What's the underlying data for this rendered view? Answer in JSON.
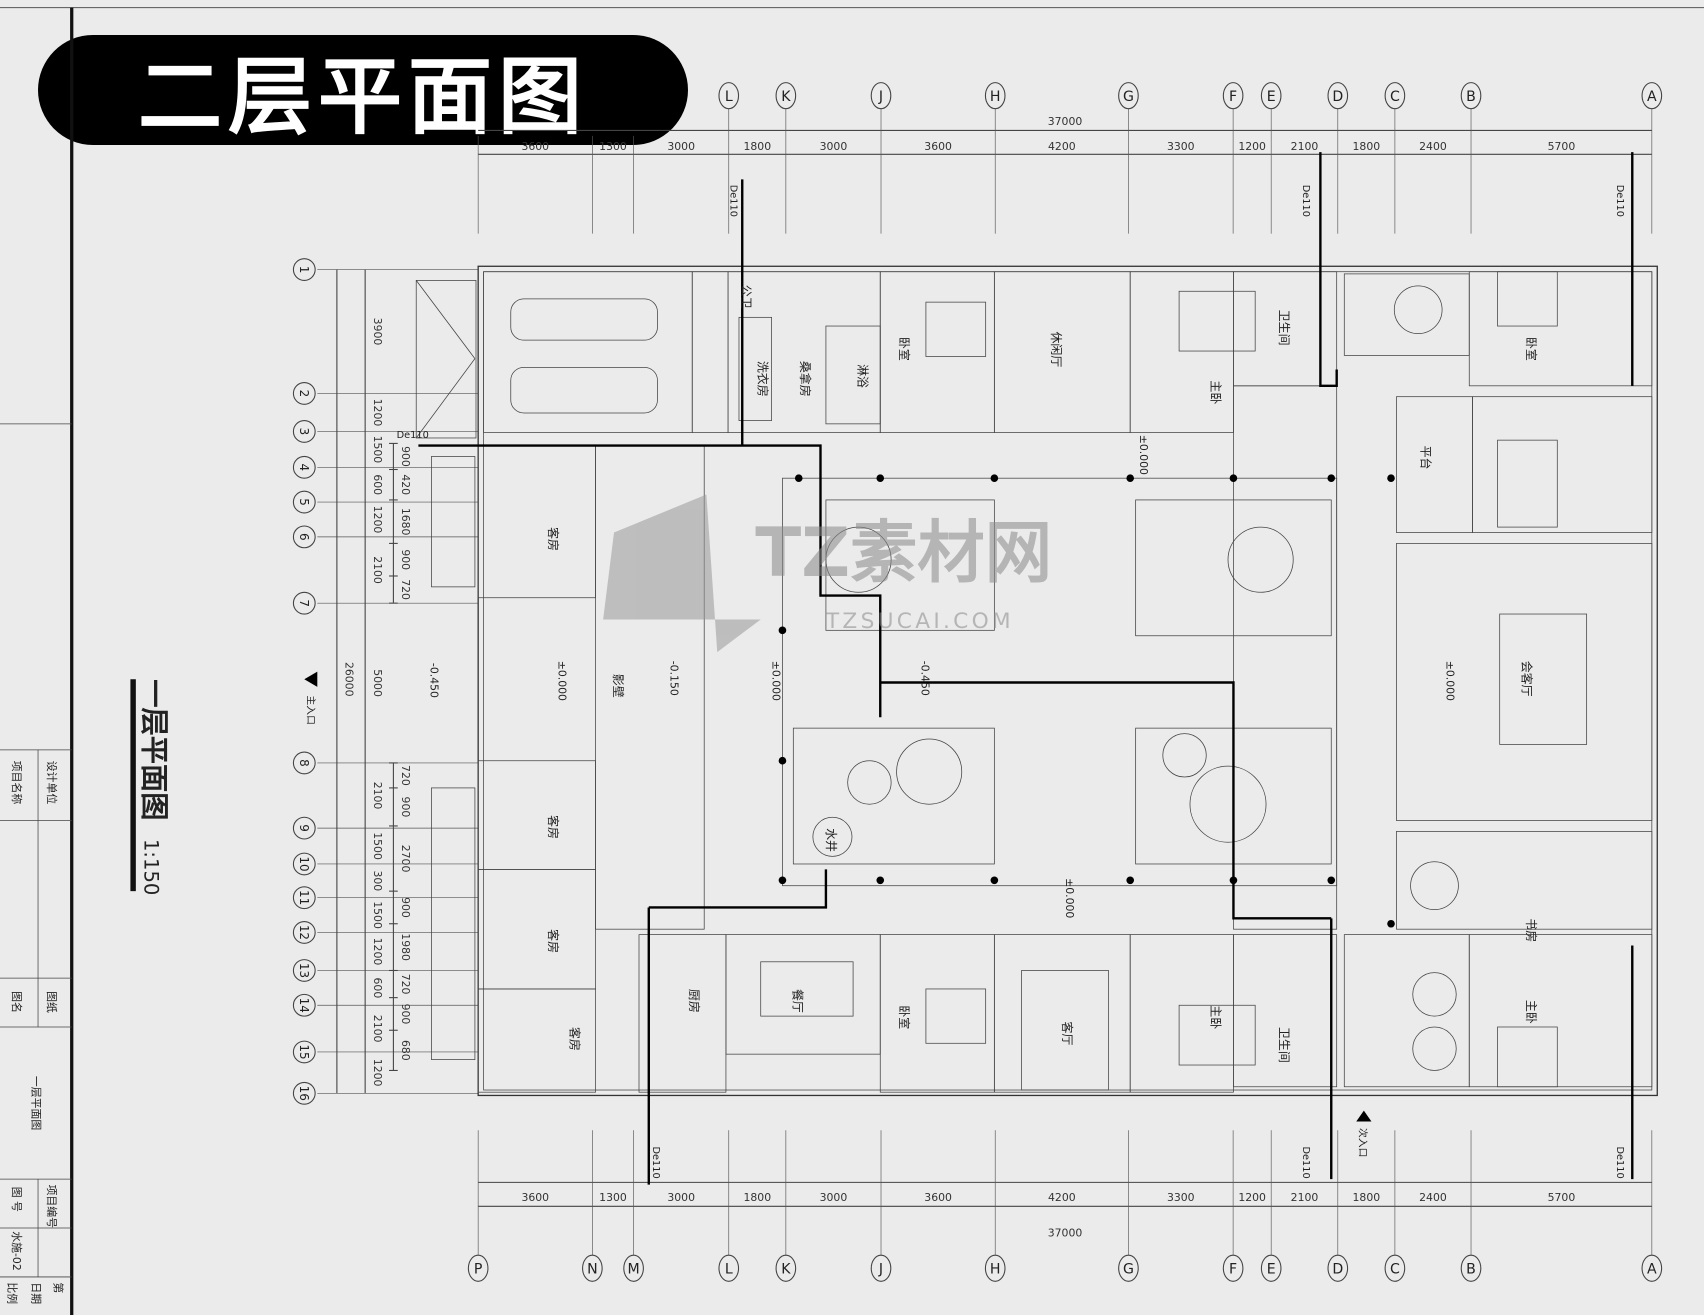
{
  "title_badge": "二层平面图",
  "side_title": {
    "name": "一层平面图",
    "scale": "1:150"
  },
  "title_block": {
    "design_unit": "设计单位",
    "project_name": "项目名称",
    "drawing_label": "图名",
    "drawing_type": "图纸",
    "drawing_name": "一层平面图",
    "project_no": "项目编号",
    "drawing_no_label": "图 号",
    "drawing_no": "水施-02",
    "scale_label": "比例",
    "date_label": "日期",
    "page_label": "第"
  },
  "watermark": {
    "brand": "TZ素材网",
    "url": "TZSUCAI.COM"
  },
  "axes_x": {
    "top_labels": [
      "L",
      "K",
      "J",
      "H",
      "G",
      "F",
      "E",
      "D",
      "C",
      "B",
      "A"
    ],
    "bottom_labels": [
      "P",
      "N",
      "M",
      "L",
      "K",
      "J",
      "H",
      "G",
      "F",
      "E",
      "D",
      "C",
      "B",
      "A"
    ],
    "spans": [
      "3600",
      "1300",
      "3000",
      "1800",
      "3000",
      "3600",
      "4200",
      "3300",
      "1200",
      "2100",
      "1800",
      "2400",
      "5700"
    ],
    "total": "37000"
  },
  "axes_y": {
    "labels": [
      "1",
      "2",
      "3",
      "4",
      "5",
      "6",
      "7",
      "8",
      "9",
      "10",
      "11",
      "12",
      "13",
      "14",
      "15",
      "16"
    ],
    "spans": [
      "3900",
      "1200",
      "1500",
      "600",
      "1200",
      "2100",
      "5000",
      "2100",
      "1500",
      "300",
      "1500",
      "1200",
      "600",
      "2100",
      "1200"
    ],
    "total": "26000",
    "inner_top": [
      "900",
      "420",
      "1680",
      "900",
      "720"
    ],
    "inner_bottom": [
      "720",
      "900",
      "2700",
      "900",
      "1980",
      "720",
      "900",
      "680"
    ]
  },
  "rooms": {
    "public_wc": "公卫",
    "laundry": "洗衣房",
    "sauna": "桑拿房",
    "shower": "淋浴",
    "bedroom": "卧室",
    "lounge": "休闲厅",
    "master_bedroom": "主卧",
    "bathroom": "卫生间",
    "terrace": "平台",
    "guest_room": "客房",
    "screen_wall": "影壁",
    "reception": "会客厅",
    "study": "书房",
    "kitchen": "厨房",
    "dining": "餐厅",
    "living": "客厅",
    "well": "水井"
  },
  "elevations": {
    "zero": "±0.000",
    "minus_450": "-0.450",
    "minus_150": "-0.150"
  },
  "pipe_label": "De110",
  "entrances": {
    "main": "主入口",
    "secondary": "次入口"
  }
}
